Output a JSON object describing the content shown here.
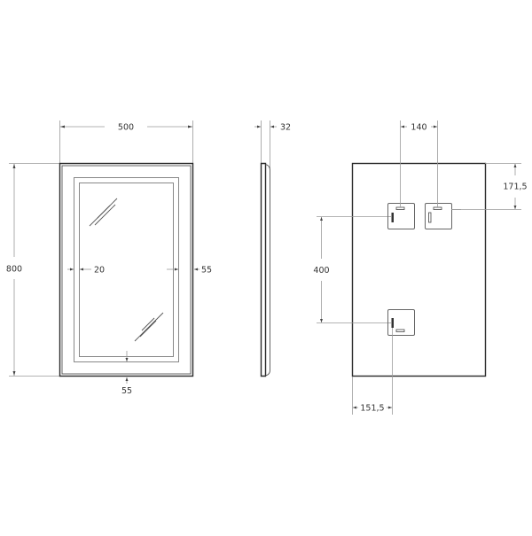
{
  "colors": {
    "background": "#ffffff",
    "outline": "#2a2a2a",
    "dimension_line": "#9a9a9a",
    "text": "#333333"
  },
  "front_view": {
    "width_label": "500",
    "height_label": "800",
    "inner_offset_label": "20",
    "side_frame_label": "55",
    "bottom_frame_label": "55"
  },
  "side_view": {
    "depth_label": "32"
  },
  "rear_view": {
    "hanger_spacing_label": "140",
    "top_offset_label": "171,5",
    "vertical_spacing_label": "400",
    "left_offset_label": "151,5"
  }
}
